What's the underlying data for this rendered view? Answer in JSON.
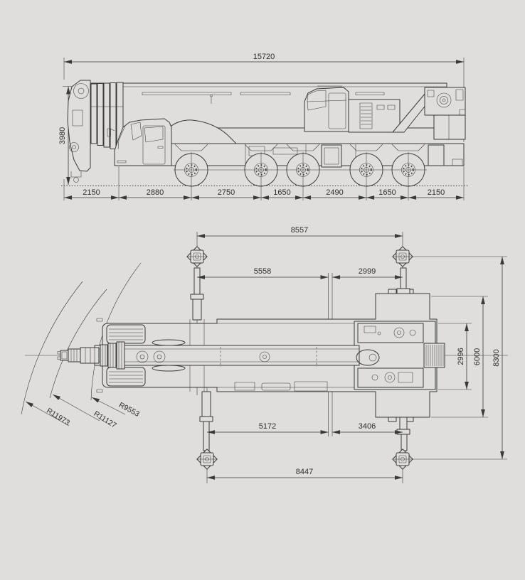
{
  "diagram": {
    "type": "technical-drawing",
    "subject": "mobile crane outline dimensions, side elevation and plan view with outrigger spread",
    "units": "mm",
    "colors": {
      "background": "#dfdedc",
      "line": "#3a3a38",
      "text": "#2f2e2c"
    },
    "side_view": {
      "overall_length": "15720",
      "overall_height": "3980",
      "segments": [
        "2150",
        "2880",
        "2750",
        "1650",
        "2490",
        "1650",
        "2150"
      ]
    },
    "plan_view": {
      "top_span_total": "8557",
      "top_span_front": "5558",
      "top_span_rear": "2999",
      "bottom_span_front": "5172",
      "bottom_span_rear": "3406",
      "bottom_span_total": "8447",
      "vehicle_width": "2996",
      "support_base_mid": "6000",
      "support_base_outer": "8300",
      "radius_outer": "R11973",
      "radius_mid": "R11127",
      "radius_inner": "R9553"
    }
  }
}
